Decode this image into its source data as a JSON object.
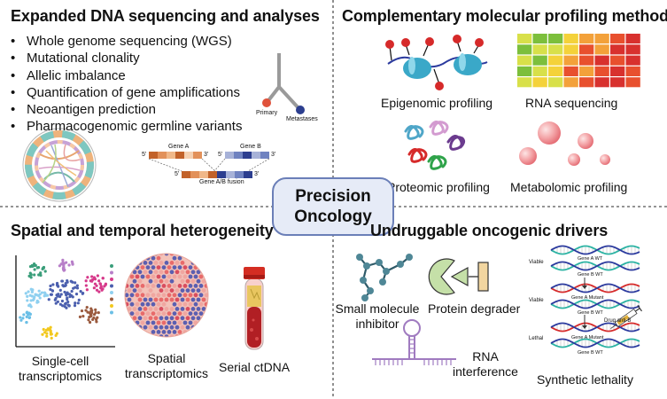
{
  "center": {
    "line1": "Precision",
    "line2": "Oncology"
  },
  "panel_tl": {
    "title": "Expanded DNA sequencing and analyses",
    "bullets": [
      "Whole genome sequencing (WGS)",
      "Mutational clonality",
      "Allelic imbalance",
      "Quantification of gene amplifications",
      "Neoantigen prediction",
      "Pharmacogenomic germline variants"
    ],
    "tree": {
      "primary": "Primary",
      "metastases": "Metastases"
    },
    "fusion": {
      "gene_a": "Gene A",
      "gene_b": "Gene B",
      "fusion": "Gene A/B fusion",
      "end5": "5'",
      "end3": "3'"
    }
  },
  "panel_tr": {
    "title": "Complementary molecular profiling methods",
    "labels": {
      "epigenomic": "Epigenomic profiling",
      "rna_seq": "RNA sequencing",
      "proteomic": "Proteomic profiling",
      "metabolomic": "Metabolomic profiling"
    }
  },
  "panel_bl": {
    "title": "Spatial and temporal heterogeneity",
    "labels": {
      "single_cell_1": "Single-cell",
      "single_cell_2": "transcriptomics",
      "spatial_1": "Spatial",
      "spatial_2": "transcriptomics",
      "ctdna": "Serial ctDNA"
    }
  },
  "panel_br": {
    "title": "Undruggable oncogenic drivers",
    "labels": {
      "small_1": "Small molecule",
      "small_2": "inhibitor",
      "degrader": "Protein degrader",
      "rna_1": "RNA",
      "rna_2": "interference",
      "synthetic": "Synthetic lethality"
    },
    "lethality": {
      "viable_1": "Viable",
      "viable_2": "Viable",
      "lethal": "Lethal",
      "gene_a_wt": "Gene A WT",
      "gene_b_wt_1": "Gene B WT",
      "gene_a_mutant_1": "Gene A Mutant",
      "gene_b_wt_2": "Gene B WT",
      "gene_a_mutant_2": "Gene A Mutant",
      "gene_b_wt_3": "Gene B WT",
      "drug": "Drug anti-B"
    }
  },
  "colors": {
    "divider": "#555555",
    "center_border": "#6b7fb8",
    "center_fill": "#e6ebf7",
    "dna_teal": "#2bb3a3",
    "dna_blue": "#2b3a9e",
    "dna_red": "#d62a2a",
    "purple": "#a07bc0",
    "nucleosome": "#3aa8c8"
  },
  "heatmap": [
    [
      2,
      1,
      1,
      3,
      4,
      4,
      5,
      6
    ],
    [
      1,
      2,
      2,
      3,
      5,
      4,
      6,
      6
    ],
    [
      2,
      1,
      3,
      4,
      5,
      6,
      5,
      6
    ],
    [
      1,
      2,
      3,
      5,
      4,
      5,
      6,
      5
    ],
    [
      2,
      3,
      2,
      4,
      5,
      6,
      6,
      5
    ]
  ]
}
